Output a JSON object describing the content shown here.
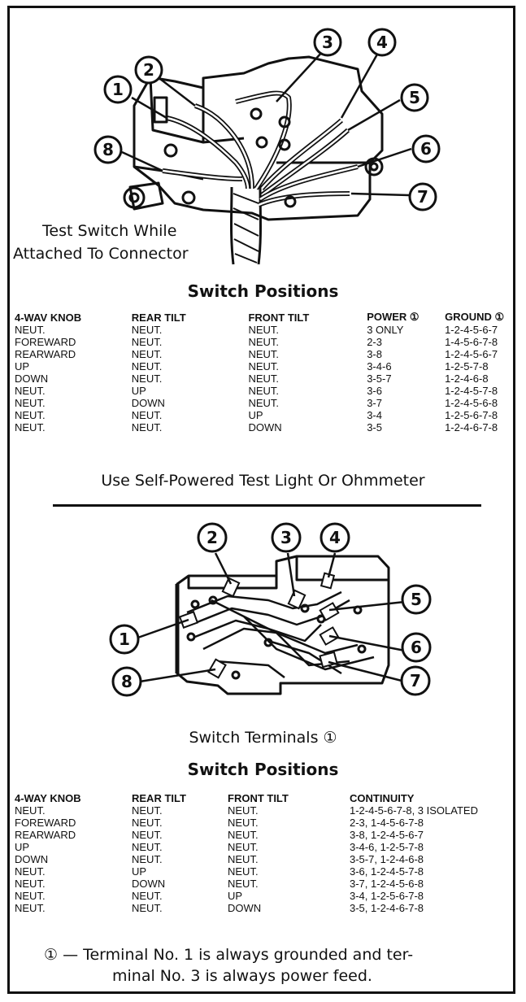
{
  "top_diagram": {
    "caption_line1": "Test Switch While",
    "caption_line2": "Attached To Connector",
    "callouts": [
      "1",
      "2",
      "3",
      "4",
      "5",
      "6",
      "7",
      "8"
    ]
  },
  "table1": {
    "title": "Switch Positions",
    "headers": [
      "4-WAV KNOB",
      "REAR TILT",
      "FRONT TILT",
      "POWER ①",
      "GROUND ①"
    ],
    "rows": [
      [
        "NEUT.",
        "NEUT.",
        "NEUT.",
        "3 ONLY",
        "1-2-4-5-6-7"
      ],
      [
        "FOREWARD",
        "NEUT.",
        "NEUT.",
        "2-3",
        "1-4-5-6-7-8"
      ],
      [
        "REARWARD",
        "NEUT.",
        "NEUT.",
        "3-8",
        "1-2-4-5-6-7"
      ],
      [
        "UP",
        "NEUT.",
        "NEUT.",
        "3-4-6",
        "1-2-5-7-8"
      ],
      [
        "DOWN",
        "NEUT.",
        "NEUT.",
        "3-5-7",
        "1-2-4-6-8"
      ],
      [
        "NEUT.",
        "UP",
        "NEUT.",
        "3-6",
        "1-2-4-5-7-8"
      ],
      [
        "NEUT.",
        "DOWN",
        "NEUT.",
        "3-7",
        "1-2-4-5-6-8"
      ],
      [
        "NEUT.",
        "NEUT.",
        "UP",
        "3-4",
        "1-2-5-6-7-8"
      ],
      [
        "NEUT.",
        "NEUT.",
        "DOWN",
        "3-5",
        "1-2-4-6-7-8"
      ]
    ],
    "note": "Use Self-Powered Test Light Or Ohmmeter"
  },
  "bottom_diagram": {
    "caption": "Switch Terminals ①",
    "callouts": [
      "1",
      "2",
      "3",
      "4",
      "5",
      "6",
      "7",
      "8"
    ]
  },
  "table2": {
    "title": "Switch Positions",
    "headers": [
      "4-WAY KNOB",
      "REAR TILT",
      "FRONT TILT",
      "CONTINUITY"
    ],
    "rows": [
      [
        "NEUT.",
        "NEUT.",
        "NEUT.",
        "1-2-4-5-6-7-8, 3 ISOLATED"
      ],
      [
        "FOREWARD",
        "NEUT.",
        "NEUT.",
        "2-3, 1-4-5-6-7-8"
      ],
      [
        "REARWARD",
        "NEUT.",
        "NEUT.",
        "3-8, 1-2-4-5-6-7"
      ],
      [
        "UP",
        "NEUT.",
        "NEUT.",
        "3-4-6, 1-2-5-7-8"
      ],
      [
        "DOWN",
        "NEUT.",
        "NEUT.",
        "3-5-7, 1-2-4-6-8"
      ],
      [
        "NEUT.",
        "UP",
        "NEUT.",
        "3-6, 1-2-4-5-7-8"
      ],
      [
        "NEUT.",
        "DOWN",
        "NEUT.",
        "3-7, 1-2-4-5-6-8"
      ],
      [
        "NEUT.",
        "NEUT.",
        "UP",
        "3-4, 1-2-5-6-7-8"
      ],
      [
        "NEUT.",
        "NEUT.",
        "DOWN",
        "3-5, 1-2-4-6-7-8"
      ]
    ]
  },
  "footnote": {
    "line1": "① — Terminal No. 1 is always grounded and ter-",
    "line2": "minal No. 3 is always power feed."
  }
}
